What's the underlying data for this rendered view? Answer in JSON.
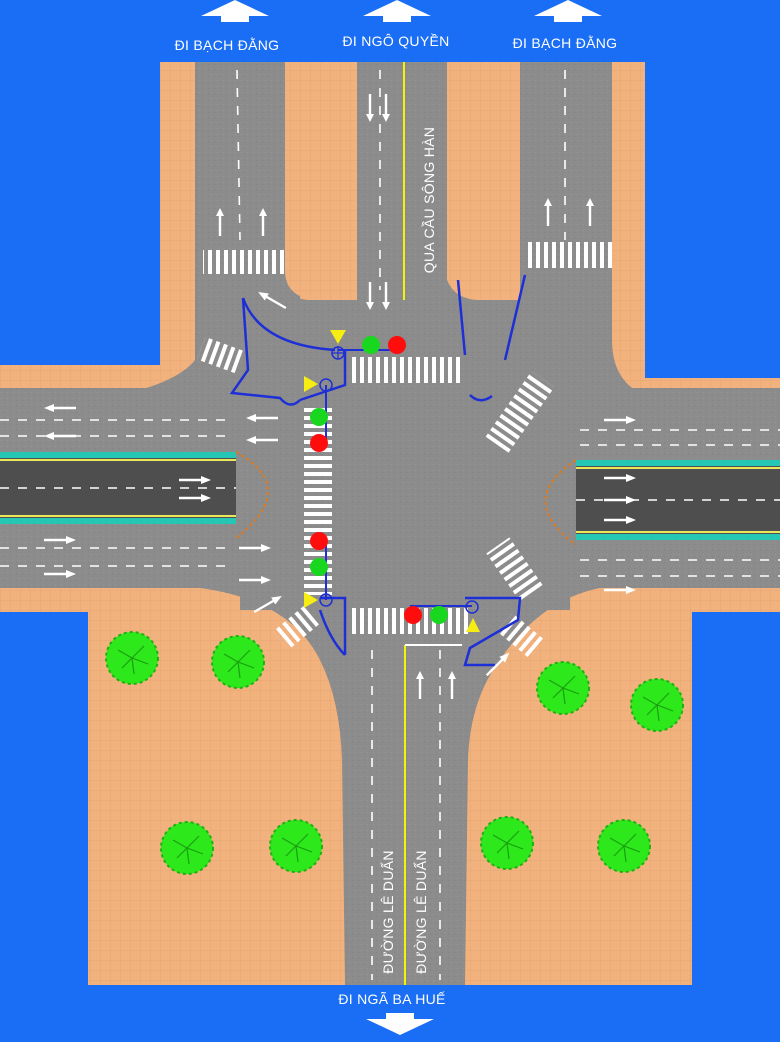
{
  "labels": {
    "top_left": "ĐI BẠCH ĐẰNG",
    "top_center": "ĐI NGÔ QUYỀN",
    "top_right": "ĐI BẠCH ĐẰNG",
    "bridge": "QUA CẦU SÔNG HÀN",
    "street_left": "ĐƯỜNG LÊ DUẨN",
    "street_right": "ĐƯỜNG LÊ DUẨN",
    "bottom": "ĐI NGÃ BA HUẾ"
  },
  "colors": {
    "water": "#1a6ef5",
    "ground": "#f2b27e",
    "road": "#8a8a8a",
    "median": "#4a4a4a",
    "lane_line": "#ffffff",
    "center_line": "#f3f30a",
    "curb": "#1d2fd6",
    "signal_red": "#ff0d0d",
    "signal_green": "#19d61f",
    "signal_yellow": "#f6ee12",
    "tree": "#2de81b"
  },
  "icons": [
    "direction-arrow-icon",
    "traffic-light-icon",
    "tree-icon",
    "compass-icon"
  ]
}
